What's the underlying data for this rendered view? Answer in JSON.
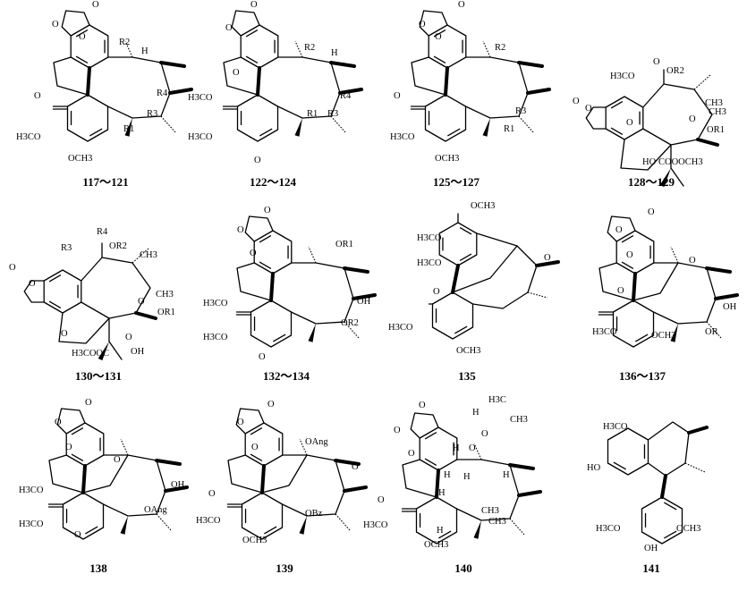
{
  "structures": [
    {
      "id": "s117",
      "caption": "117～121",
      "labels": [
        "R2",
        "H",
        "R4",
        "R3",
        "R1",
        "O",
        "H3CO",
        "OCH3",
        "O",
        "O",
        "O"
      ]
    },
    {
      "id": "s122",
      "caption": "122～124",
      "labels": [
        "R2",
        "H",
        "R4",
        "R1",
        "R3",
        "H3CO",
        "H3CO",
        "O",
        "O",
        "O",
        "O"
      ]
    },
    {
      "id": "s125",
      "caption": "125～127",
      "labels": [
        "R2",
        "R3",
        "R1",
        "O",
        "H3CO",
        "OCH3",
        "O",
        "O",
        "O"
      ]
    },
    {
      "id": "s128",
      "caption": "128～129",
      "labels": [
        "H3CO",
        "O",
        "OR2",
        "CH3",
        "CH3",
        "OR1",
        "O",
        "HO",
        "COOOCH3",
        "O",
        "O",
        "O"
      ]
    },
    {
      "id": "s130",
      "caption": "130～131",
      "labels": [
        "R4",
        "R3",
        "OR2",
        "CH3",
        "CH3",
        "OR1",
        "O",
        "O",
        "H3COOC",
        "OH",
        "O",
        "O",
        "O"
      ]
    },
    {
      "id": "s132",
      "caption": "132～134",
      "labels": [
        "OR1",
        "OH",
        "OR2",
        "H3CO",
        "H3CO",
        "O",
        "O",
        "O",
        "O"
      ]
    },
    {
      "id": "s135",
      "caption": "135",
      "labels": [
        "OCH3",
        "H3CO",
        "H3CO",
        "O",
        "O",
        "H3CO",
        "OCH3"
      ]
    },
    {
      "id": "s136",
      "caption": "136～137",
      "labels": [
        "O",
        "OH",
        "OR",
        "O",
        "H3CO",
        "OCH3",
        "O",
        "O",
        "O"
      ]
    },
    {
      "id": "s138",
      "caption": "138",
      "labels": [
        "O",
        "OH",
        "OAng",
        "H3CO",
        "H3CO",
        "O",
        "O",
        "O",
        "O"
      ]
    },
    {
      "id": "s139",
      "caption": "139",
      "labels": [
        "OAng",
        "O",
        "OBz",
        "O",
        "H3CO",
        "OCH3",
        "O",
        "O",
        "O"
      ]
    },
    {
      "id": "s140",
      "caption": "140",
      "labels": [
        "H3C",
        "H",
        "CH3",
        "O",
        "O",
        "H",
        "H",
        "H",
        "H",
        "H",
        "CH3",
        "CH3",
        "O",
        "H3CO",
        "OCH3",
        "H",
        "O",
        "O",
        "O"
      ]
    },
    {
      "id": "s141",
      "caption": "141",
      "labels": [
        "H3CO",
        "HO",
        "H3CO",
        "OCH3",
        "OH"
      ]
    }
  ]
}
